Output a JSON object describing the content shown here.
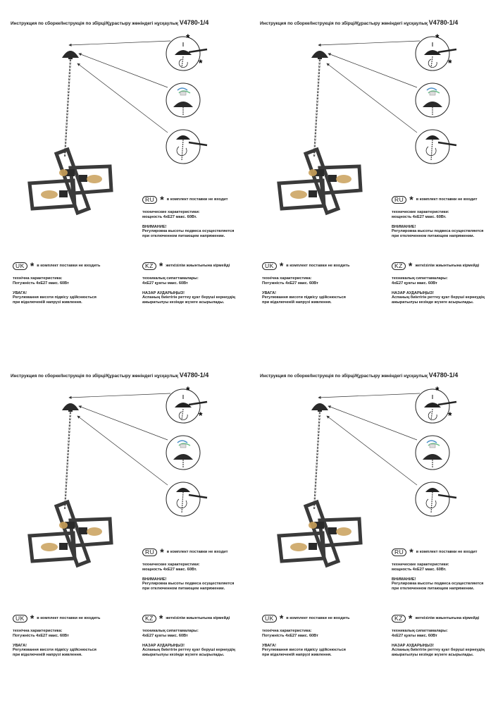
{
  "header": {
    "title_prefix": "Инструкция по сборке/Інструкція по збірці/Құрастыру жөніндегі нұсқаулық",
    "model": "V4780-1/4"
  },
  "marker": "*",
  "ru": {
    "badge": "RU",
    "note": "в комплект поставки не входит",
    "spec_title": "технические характеристики:",
    "spec_value": "мощность 4xE27 макс. 60Вт.",
    "warn_title": "ВНИМАНИЕ!",
    "warn_line1": "Регулировка высоты подвеса осуществляется",
    "warn_line2": "при отключенном питающем напряжении."
  },
  "uk": {
    "badge": "UK",
    "note": "в комплект поставки не входить",
    "spec_title": "технічна характеристика:",
    "spec_value": "Потужність 4xE27 макс. 60Вт",
    "warn_title": "УВАГА!",
    "warn_line1": "Регулювання висоти підвісу здійснюється",
    "warn_line2": "при відключеній напрузі живлення."
  },
  "kz": {
    "badge": "KZ",
    "note": "жеткізілім жиынтығына кірмейді",
    "spec_title": "техникалық сипаттамалары:",
    "spec_value": "4xE27 қуаты макс. 60Вт",
    "warn_title": "НАЗАР АУДАРЫҢЫЗ!",
    "warn_line1": "Аспаның биіктігін реттеу қуат беруші кернеудің",
    "warn_line2": "ажыратылуы кезінде жүзеге асырылады."
  },
  "colors": {
    "frame": "#3a3a3a",
    "bulb": "#c9a05a",
    "wire_blue": "#4a90c8",
    "wire_green": "#6bbf8a"
  },
  "icons": [
    "lamp-drawing-icon",
    "canopy-screw-detail-icon",
    "wiring-detail-icon",
    "chain-height-detail-icon",
    "star-icon"
  ]
}
